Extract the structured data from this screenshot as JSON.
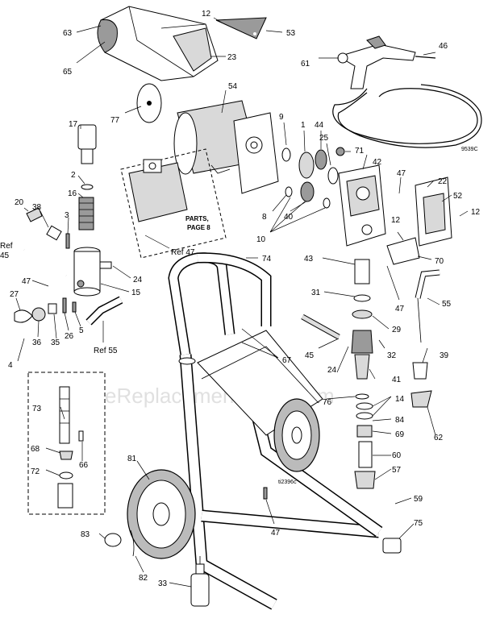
{
  "diagram": {
    "ref_code_top": "9539C",
    "ref_code_bottom": "ti2396c",
    "parts_box_line1": "PARTS,",
    "parts_box_line2": "PAGE 8",
    "watermark": "eReplacementParts.com",
    "labels": {
      "n12a": "12",
      "n53": "53",
      "n63": "63",
      "n65": "65",
      "n23": "23",
      "n77": "77",
      "n54": "54",
      "n46": "46",
      "n61": "61",
      "n17": "17",
      "n9": "9",
      "n1": "1",
      "n44": "44",
      "n25": "25",
      "n71": "71",
      "n2": "2",
      "n16": "16",
      "n42": "42",
      "n47a": "47",
      "n22": "22",
      "n52": "52",
      "n20": "20",
      "n38": "38",
      "n3": "3",
      "n8": "8",
      "n40": "40",
      "n10": "10",
      "n12b": "12",
      "n12c": "12",
      "refTop": "Ref",
      "ref45": "45",
      "ref47": "Ref 47",
      "n74": "74",
      "n43": "43",
      "n70": "70",
      "n24a": "24",
      "n47b": "47",
      "n15": "15",
      "n27": "27",
      "n31": "31",
      "n55": "55",
      "n47c": "47",
      "n29": "29",
      "n36": "36",
      "n35": "35",
      "n26": "26",
      "n5": "5",
      "n45": "45",
      "n32": "32",
      "n39": "39",
      "n4": "4",
      "ref55": "Ref 55",
      "n67": "67",
      "n24b": "24",
      "n41": "41",
      "n73": "73",
      "n76": "76",
      "n14": "14",
      "n84": "84",
      "n62": "62",
      "n69": "69",
      "n68": "68",
      "n66": "66",
      "n60": "60",
      "n72": "72",
      "n81": "81",
      "n57": "57",
      "n59": "59",
      "n47d": "47",
      "n75": "75",
      "n83": "83",
      "n82": "82",
      "n33": "33"
    }
  }
}
